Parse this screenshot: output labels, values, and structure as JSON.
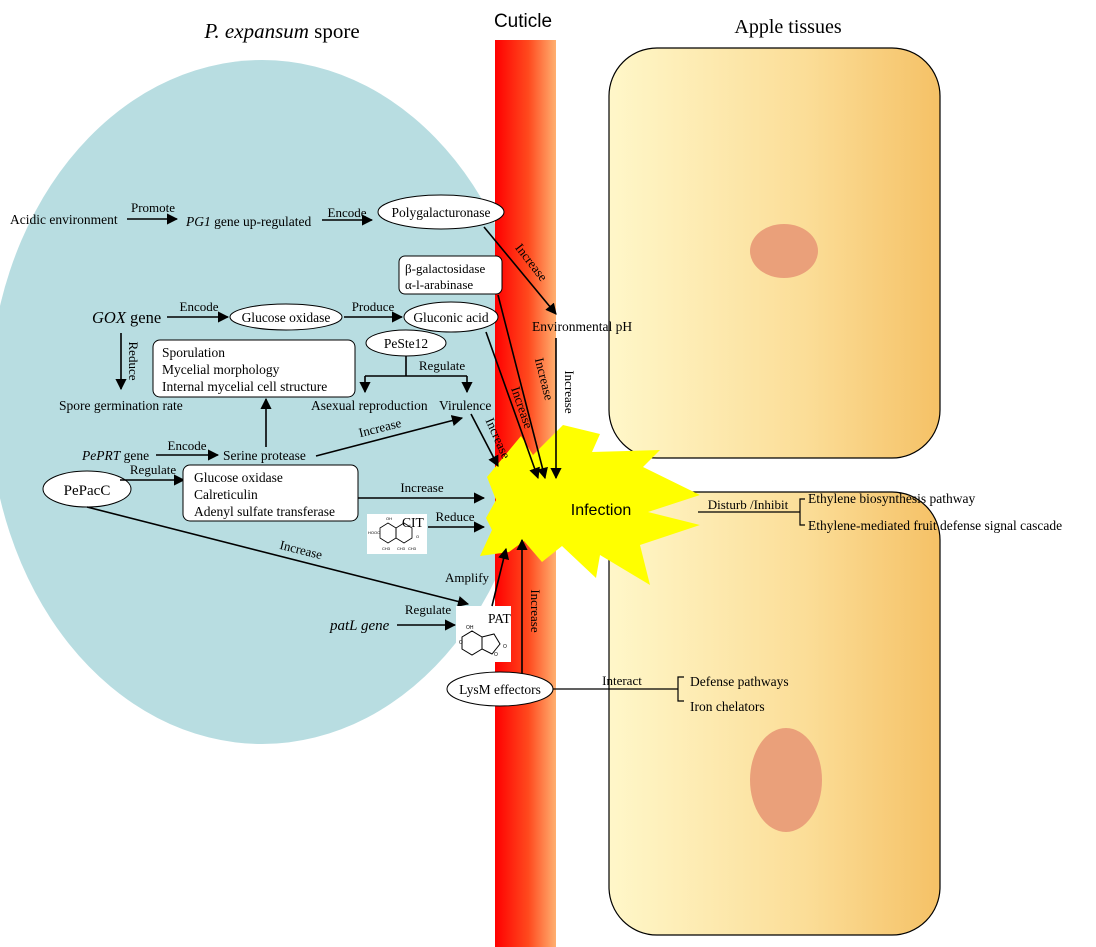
{
  "headings": {
    "spore_italic": "P. expansum",
    "spore_rest": " spore",
    "cuticle": "Cuticle",
    "apple": "Apple tissues"
  },
  "nodes": {
    "acidic_env": "Acidic environment",
    "pg1_italic": "PG1",
    "pg1_rest": " gene up-regulated",
    "polygalacturonase": "Polygalacturonase",
    "beta_gal": "β-galactosidase",
    "alpha_ara": "α-l-arabinase",
    "gox_italic": "GOX",
    "gox_rest": " gene",
    "glucose_oxidase": "Glucose oxidase",
    "gluconic_acid": "Gluconic acid",
    "environmental_ph": "Environmental pH",
    "peste12": "PeSte12",
    "sporulation": "Sporulation",
    "mycelial_morphology": "Mycelial morphology",
    "internal_structure": "Internal mycelial cell structure",
    "spore_germination": "Spore germination rate",
    "asexual_reproduction": "Asexual reproduction",
    "virulence": "Virulence",
    "peprt_italic": "PePRT",
    "peprt_rest": " gene",
    "serine_protease": "Serine protease",
    "pepacc": "PePacC",
    "box_glucose_oxidase": "Glucose oxidase",
    "box_calreticulin": "Calreticulin",
    "box_adenyl": "Adenyl sulfate transferase",
    "cit": "CIT",
    "infection": "Infection",
    "patl": "patL gene",
    "pat": "PAT",
    "lysm": "LysM effectors",
    "ethylene_pathway": "Ethylene biosynthesis pathway",
    "ethylene_cascade": "Ethylene-mediated fruit defense signal cascade",
    "defense_pathways": "Defense pathways",
    "iron_chelators": "Iron chelators"
  },
  "edge_labels": {
    "promote": "Promote",
    "encode_pg": "Encode",
    "encode_gox": "Encode",
    "produce": "Produce",
    "reduce_germ": "Reduce",
    "regulate_ste": "Regulate",
    "encode_prt": "Encode",
    "regulate_pacc": "Regulate",
    "increase_serine": "Increase",
    "increase_box": "Increase",
    "reduce_cit": "Reduce",
    "increase_pacc_pat": "Increase",
    "regulate_patl": "Regulate",
    "amplify": "Amplify",
    "increase_lysm": "Increase",
    "interact": "Interact",
    "disturb": "Disturb /Inhibit",
    "increase_pg_ph": "Increase",
    "increase_ph_inf": "Increase",
    "increase_gal": "Increase",
    "increase_gluconic": "Increase",
    "increase_virulence": "Increase"
  },
  "chem_labels": {
    "cit_cooh": "HOOC",
    "cit_oh": "OH",
    "cit_ch3a": "CH3",
    "cit_ch3b": "CH3",
    "cit_ch3c": "CH3",
    "cit_o": "O",
    "pat_oh": "OH",
    "pat_o1": "O",
    "pat_o2": "O",
    "pat_o3": "O"
  },
  "colors": {
    "spore_fill": "#b8dde1",
    "cell_fill_light": "#fff6c8",
    "cell_fill_dark": "#f6c46a",
    "nucleus": "#eaa07a",
    "cuticle_red": "#ff1a1a",
    "cuticle_orange": "#ffa860",
    "infection_yellow": "#ffff00"
  }
}
